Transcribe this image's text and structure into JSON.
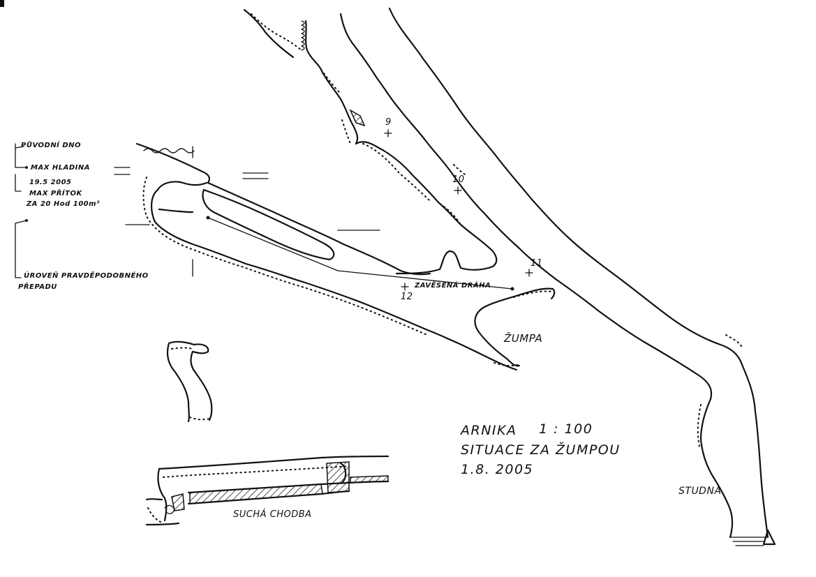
{
  "legend": {
    "puvodni_dno": "PŮVODNÍ DNO",
    "max_hladina": "MAX HLADINA",
    "date_1": "19.5 2005",
    "max_pritok": "MAX PŘÍTOK",
    "za_hod": "ZA 20 Hod 100m³",
    "uroven_line1": "ÚROVEŇ PRAVDĚPODOBNÉHO",
    "uroven_line2": "PŘEPADU"
  },
  "stations": {
    "s9": "9",
    "s10": "10",
    "s11": "11",
    "s12": "12"
  },
  "labels": {
    "zavesena_drevka": "ZAVĚŠENÁ DRÁHA",
    "zumpa": "ŽUMPA",
    "studna": "STUDNA",
    "sucha_chodba": "SUCHÁ CHODBA"
  },
  "title_block": {
    "name": "ARNIKA",
    "scale": "1 : 100",
    "subtitle": "SITUACE ZA ŽUMPOU",
    "date": "1.8. 2005"
  }
}
